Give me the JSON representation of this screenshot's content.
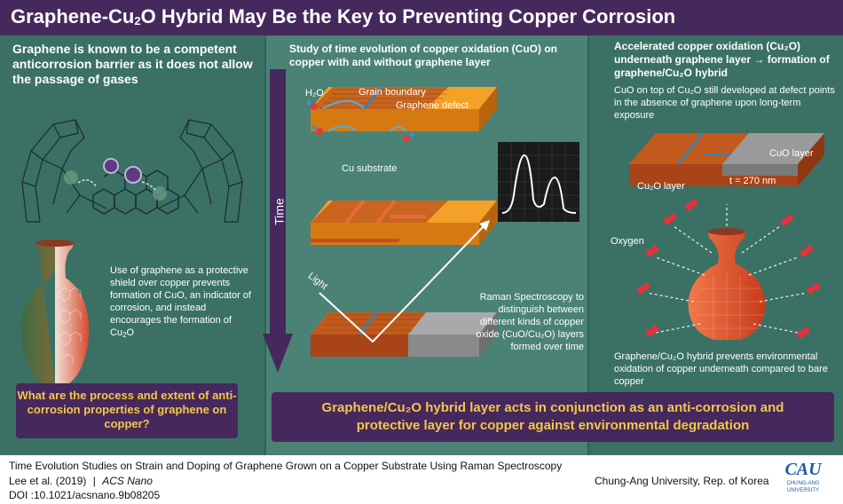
{
  "header": {
    "title_part1": "Graphene-Cu",
    "title_sub": "2",
    "title_part2": "O Hybrid May Be the Key to Preventing Copper Corrosion"
  },
  "left_panel": {
    "intro": "Graphene is known to be a competent anticorrosion barrier as it does not allow the passage of gases",
    "shield_text_1": "Use of graphene as a protective shield over copper prevents formation of CuO, an indicator of corrosion, and instead encourages the formation of Cu",
    "shield_text_sub": "2",
    "shield_text_2": "O",
    "question": "What are the process and extent of anti-corrosion properties of graphene on copper?"
  },
  "middle_panel": {
    "heading": "Study of time evolution of copper oxidation (CuO) on copper with and without graphene layer",
    "label_h2o": "H₂O",
    "label_grain_boundary": "Grain boundary",
    "label_graphene_defect": "Graphene defect",
    "label_cu_substrate": "Cu substrate",
    "label_time": "Time",
    "label_light": "Light",
    "raman_text": "Raman Spectroscopy to distinguish between different kinds of copper oxide (CuO/Cu₂O) layers formed over time"
  },
  "right_panel": {
    "heading": "Accelerated copper oxidation (Cu₂O) underneath graphene layer → formation of graphene/Cu₂O hybrid",
    "subtext": "CuO on top of Cu₂O still developed at defect points in the absence of graphene upon long-term exposure",
    "label_cuo_layer": "CuO layer",
    "label_cu2o_layer": "Cu₂O layer",
    "label_thickness": "t = 270 nm",
    "label_oxygen": "Oxygen",
    "hybrid_text": "Graphene/Cu₂O hybrid prevents environmental oxidation of copper underneath compared to bare copper"
  },
  "conclusion": {
    "line1": "Graphene/Cu₂O hybrid layer acts in conjunction as an anti-corrosion and",
    "line2": "protective layer for copper against environmental degradation"
  },
  "footer": {
    "paper_title": "Time Evolution Studies on Strain and Doping of Graphene Grown on a Copper Substrate Using Raman Spectroscopy",
    "authors": "Lee et al. (2019)",
    "separator": "|",
    "journal": "ACS Nano",
    "doi": "DOI :10.1021/acsnano.9b08205",
    "institution": "Chung-Ang University, Rep. of Korea",
    "logo_text": "CAU",
    "logo_subtext": "CHUNG-ANG UNIVERSITY"
  },
  "colors": {
    "header_bg": "#45285c",
    "panel_bg": "#3a7164",
    "mid_panel_bg": "#4a8276",
    "accent_yellow": "#f4c64a",
    "copper": "#f29a1d",
    "copper_oxide": "#d9532b"
  }
}
